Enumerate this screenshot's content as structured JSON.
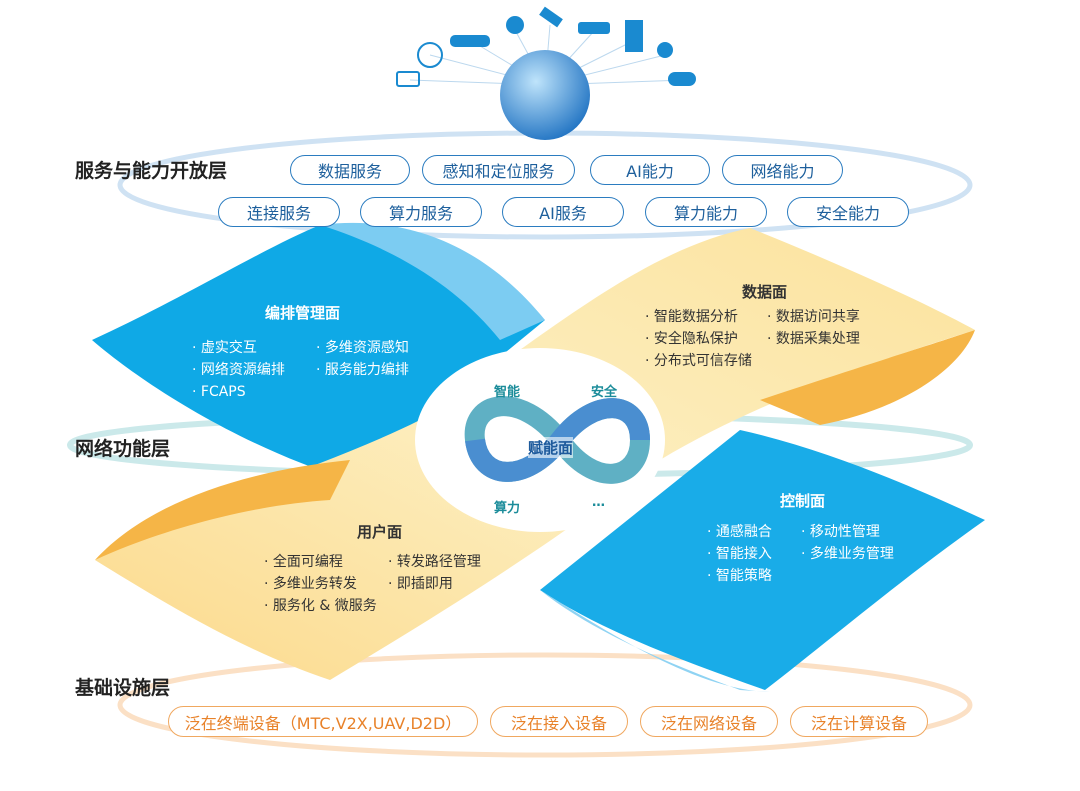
{
  "layers": {
    "service": "服务与能力开放层",
    "network": "网络功能层",
    "infra": "基础设施层"
  },
  "service_pills": [
    "数据服务",
    "感知和定位服务",
    "AI能力",
    "网络能力",
    "连接服务",
    "算力服务",
    "AI服务",
    "算力能力",
    "安全能力"
  ],
  "infra_pills": [
    "泛在终端设备（MTC,V2X,UAV,D2D）",
    "泛在接入设备",
    "泛在网络设备",
    "泛在计算设备"
  ],
  "orchestration": {
    "title": "编排管理面",
    "items": [
      "虚实交互",
      "多维资源感知",
      "网络资源编排",
      "服务能力编排",
      "FCAPS"
    ]
  },
  "data_plane": {
    "title": "数据面",
    "items": [
      "智能数据分析",
      "数据访问共享",
      "安全隐私保护",
      "数据采集处理",
      "分布式可信存储"
    ]
  },
  "user_plane": {
    "title": "用户面",
    "items": [
      "全面可编程",
      "转发路径管理",
      "多维业务转发",
      "即插即用",
      "服务化 & 微服务"
    ]
  },
  "control_plane": {
    "title": "控制面",
    "items": [
      "通感融合",
      "移动性管理",
      "智能接入",
      "多维业务管理",
      "智能策略"
    ]
  },
  "enable_plane": {
    "title": "赋能面",
    "labels": [
      "智能",
      "安全",
      "算力",
      "…"
    ]
  },
  "colors": {
    "blue": "#12aee8",
    "yellow": "#fbe3a0",
    "orange": "#f5b547",
    "pill_border": "#2b7cc0",
    "infra_border": "#f0a860"
  }
}
